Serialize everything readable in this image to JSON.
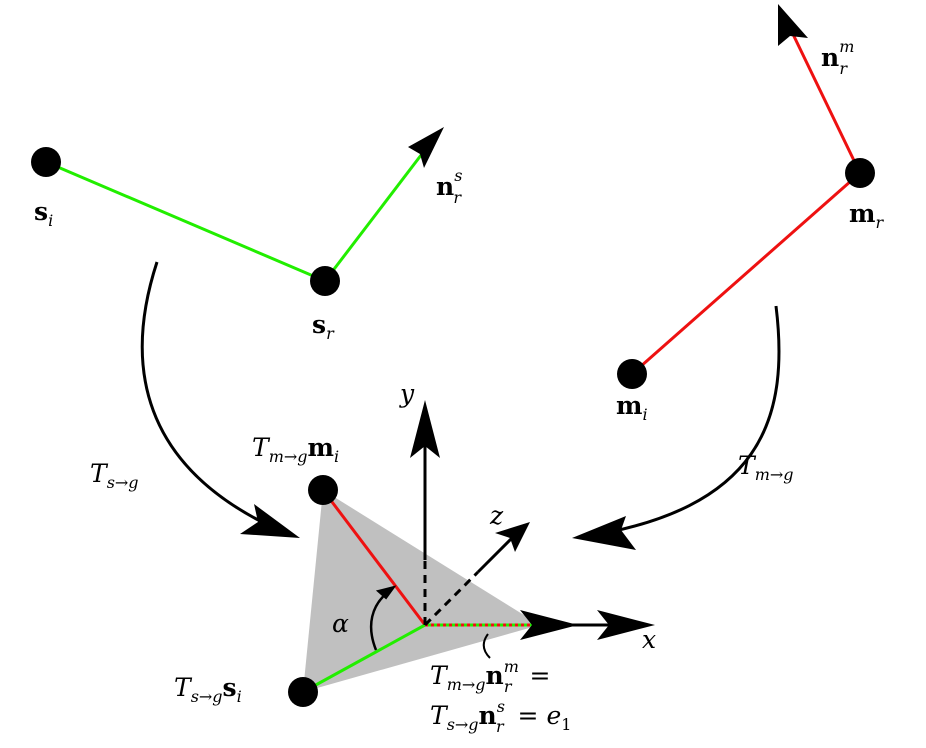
{
  "labels": {
    "s_i": {
      "base": "s",
      "sub": "i"
    },
    "s_r": {
      "base": "s",
      "sub": "r"
    },
    "n_r_s": {
      "base": "n",
      "sub": "r",
      "sup": "s"
    },
    "m_i": {
      "base": "m",
      "sub": "i"
    },
    "m_r": {
      "base": "m",
      "sub": "r"
    },
    "n_r_m": {
      "base": "n",
      "sub": "r",
      "sup": "m"
    },
    "T_sg_left": {
      "T": "T",
      "sub": "s→g"
    },
    "T_mg_right": {
      "T": "T",
      "sub": "m→g"
    },
    "T_mg_mi": {
      "T": "T",
      "sub": "m→g",
      "vec": "m",
      "vecsub": "i"
    },
    "T_sg_si": {
      "T": "T",
      "sub": "s→g",
      "vec": "s",
      "vecsub": "i"
    },
    "eq_line1": {
      "T": "T",
      "sub": "m→g",
      "vec": "n",
      "vecsub": "r",
      "vecsup": "m",
      "tail": " ="
    },
    "eq_line2": {
      "T": "T",
      "sub": "s→g",
      "vec": "n",
      "vecsub": "r",
      "vecsup": "s",
      "tail": " = e",
      "tailsub": "1"
    },
    "axis_x": "x",
    "axis_y": "y",
    "axis_z": "z",
    "angle": "α"
  },
  "colors": {
    "source_line": "#22ee00",
    "model_line": "#ee1111",
    "plane_fill": "#c0c0c0",
    "ink": "#000000"
  }
}
